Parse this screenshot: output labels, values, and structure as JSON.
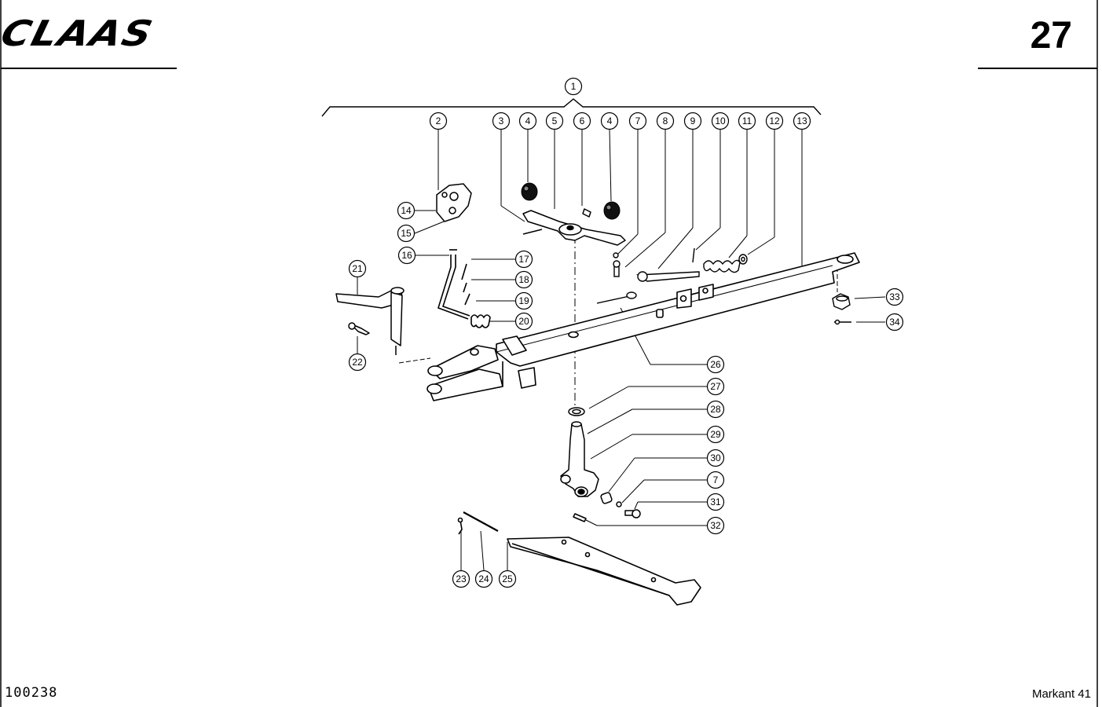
{
  "header": {
    "brand": "CLAAS",
    "page_number": "27"
  },
  "footer": {
    "document_number": "100238",
    "model": "Markant 41"
  },
  "callouts": [
    {
      "id": "c1",
      "label": "1"
    },
    {
      "id": "c2",
      "label": "2"
    },
    {
      "id": "c3",
      "label": "3"
    },
    {
      "id": "c4a",
      "label": "4"
    },
    {
      "id": "c5",
      "label": "5"
    },
    {
      "id": "c6",
      "label": "6"
    },
    {
      "id": "c4b",
      "label": "4"
    },
    {
      "id": "c7a",
      "label": "7"
    },
    {
      "id": "c8",
      "label": "8"
    },
    {
      "id": "c9",
      "label": "9"
    },
    {
      "id": "c10",
      "label": "10"
    },
    {
      "id": "c11",
      "label": "11"
    },
    {
      "id": "c12",
      "label": "12"
    },
    {
      "id": "c13",
      "label": "13"
    },
    {
      "id": "c14",
      "label": "14"
    },
    {
      "id": "c15",
      "label": "15"
    },
    {
      "id": "c16",
      "label": "16"
    },
    {
      "id": "c17",
      "label": "17"
    },
    {
      "id": "c18",
      "label": "18"
    },
    {
      "id": "c19",
      "label": "19"
    },
    {
      "id": "c20",
      "label": "20"
    },
    {
      "id": "c21",
      "label": "21"
    },
    {
      "id": "c22",
      "label": "22"
    },
    {
      "id": "c26",
      "label": "26"
    },
    {
      "id": "c27",
      "label": "27"
    },
    {
      "id": "c28",
      "label": "28"
    },
    {
      "id": "c29",
      "label": "29"
    },
    {
      "id": "c30",
      "label": "30"
    },
    {
      "id": "c7b",
      "label": "7"
    },
    {
      "id": "c31",
      "label": "31"
    },
    {
      "id": "c32",
      "label": "32"
    },
    {
      "id": "c33",
      "label": "33"
    },
    {
      "id": "c34",
      "label": "34"
    },
    {
      "id": "c23",
      "label": "23"
    },
    {
      "id": "c24",
      "label": "24"
    },
    {
      "id": "c25",
      "label": "25"
    }
  ]
}
